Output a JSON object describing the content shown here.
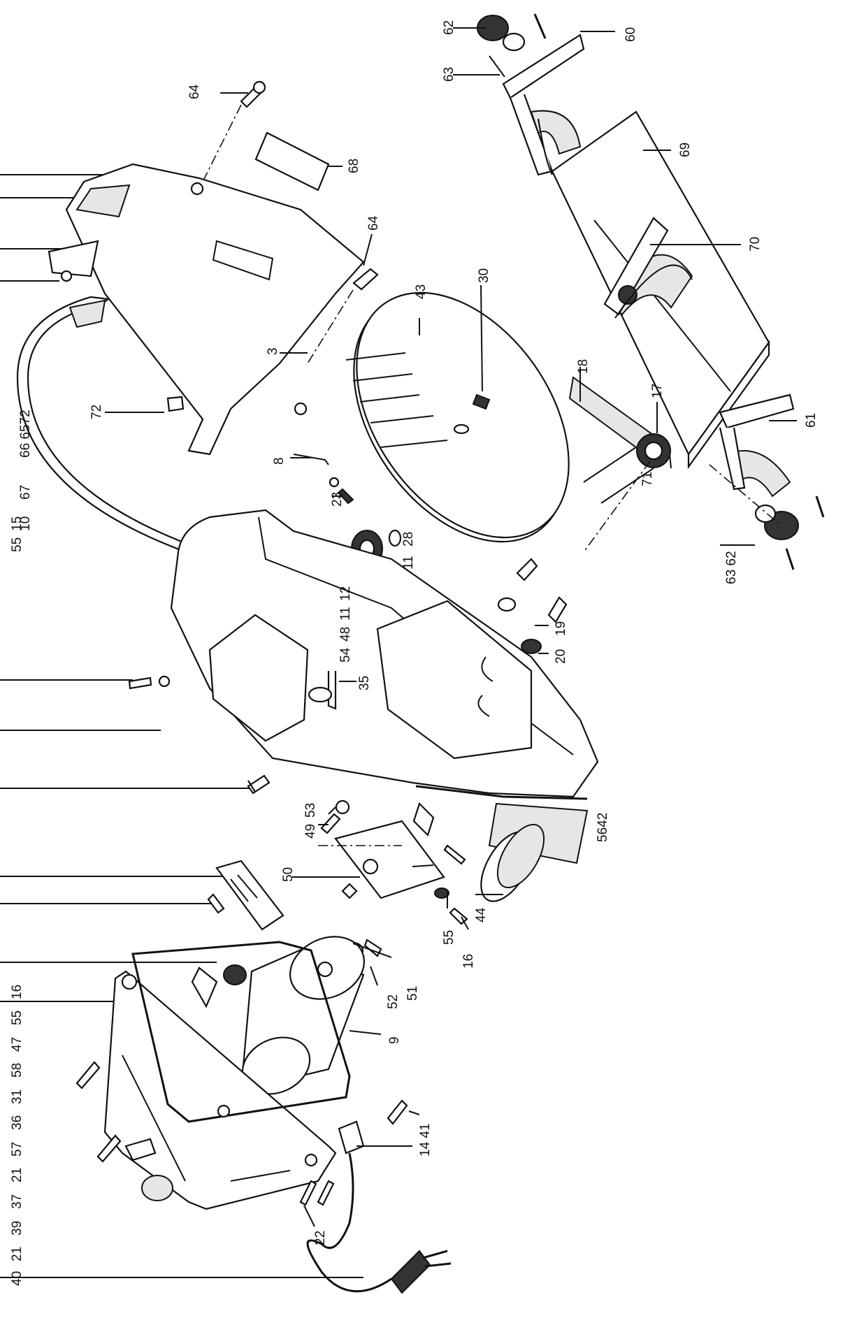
{
  "figure": "exploded-parts-diagram",
  "callouts": {
    "c64a": "64",
    "c68": "68",
    "c64b": "64",
    "c43": "43",
    "c30": "30",
    "c3": "3",
    "c72": "72",
    "c8": "8",
    "c23": "23",
    "c18": "18",
    "c17": "17",
    "c71": "71",
    "c62a": "62",
    "c63a": "63",
    "c60": "60",
    "c69": "69",
    "c70": "70",
    "c61": "61",
    "c63_62": "63 62",
    "c28": "28",
    "c11a": "11",
    "c12": "12",
    "c11b": "11",
    "c48": "48",
    "c54": "54",
    "c35": "35",
    "c19": "19",
    "c20": "20",
    "c53": "53",
    "c49": "49",
    "c50": "50",
    "c5642": "5642",
    "c44": "44",
    "c55b": "55",
    "c16b": "16",
    "c51": "51",
    "c52": "52",
    "c9": "9",
    "c14_41": "14 41",
    "c22": "22",
    "c67": "67",
    "c66_65_72": "66 6572",
    "c10": "10",
    "c15": "15",
    "c55a": "55",
    "left_col": [
      "40",
      "21",
      "39",
      "37",
      "21",
      "57",
      "36",
      "31",
      "58",
      "47",
      "55",
      "16"
    ]
  }
}
